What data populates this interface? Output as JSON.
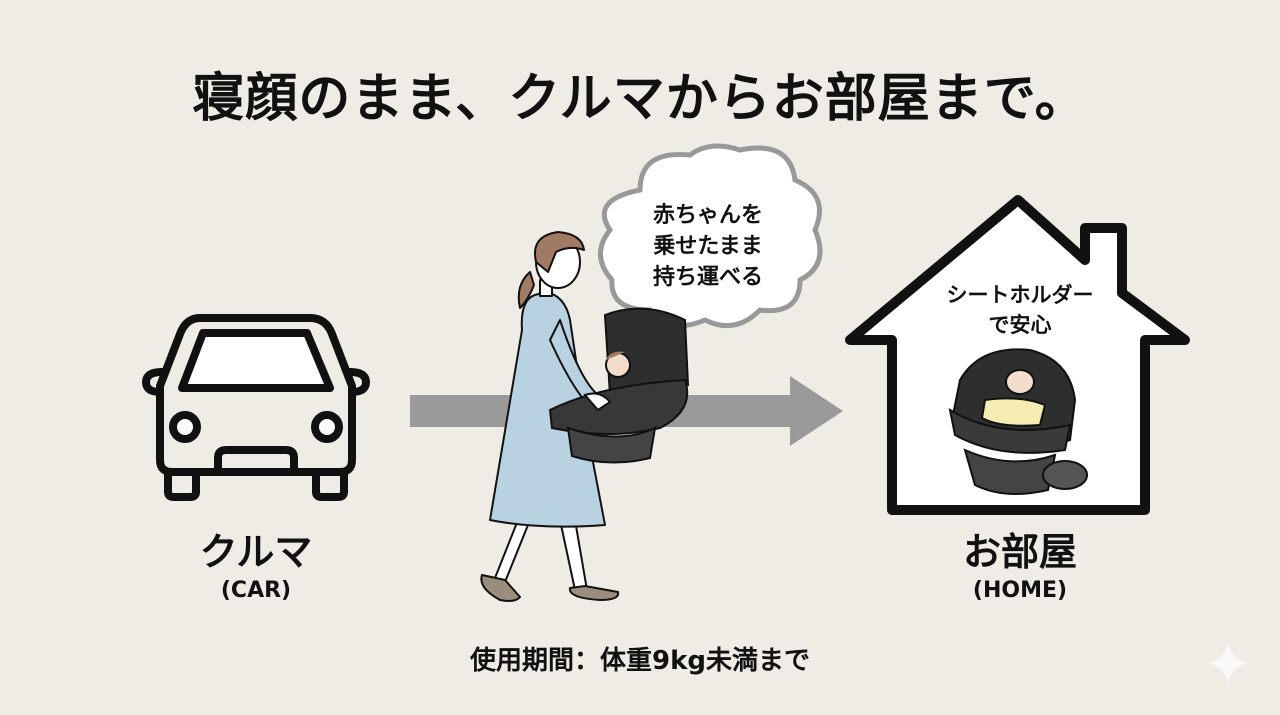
{
  "title": "寝顔のまま、クルマからお部屋まで。",
  "car": {
    "label": "クルマ",
    "sublabel": "(CAR)",
    "icon": "car-icon"
  },
  "speech_bubble": {
    "lines": [
      "赤ちゃんを",
      "乗せたまま",
      "持ち運べる"
    ]
  },
  "home": {
    "label": "お部屋",
    "sublabel": "(HOME)",
    "caption_lines": [
      "シートホルダー",
      "で安心"
    ],
    "icon": "house-icon"
  },
  "footer": {
    "text": "使用期間：体重9kg未満まで"
  },
  "colors": {
    "background": "#efebe5",
    "arrow": "#9a9a9a",
    "dress": "#b9d2e2",
    "seat": "#2e2e2e",
    "hair": "#a07a62"
  }
}
